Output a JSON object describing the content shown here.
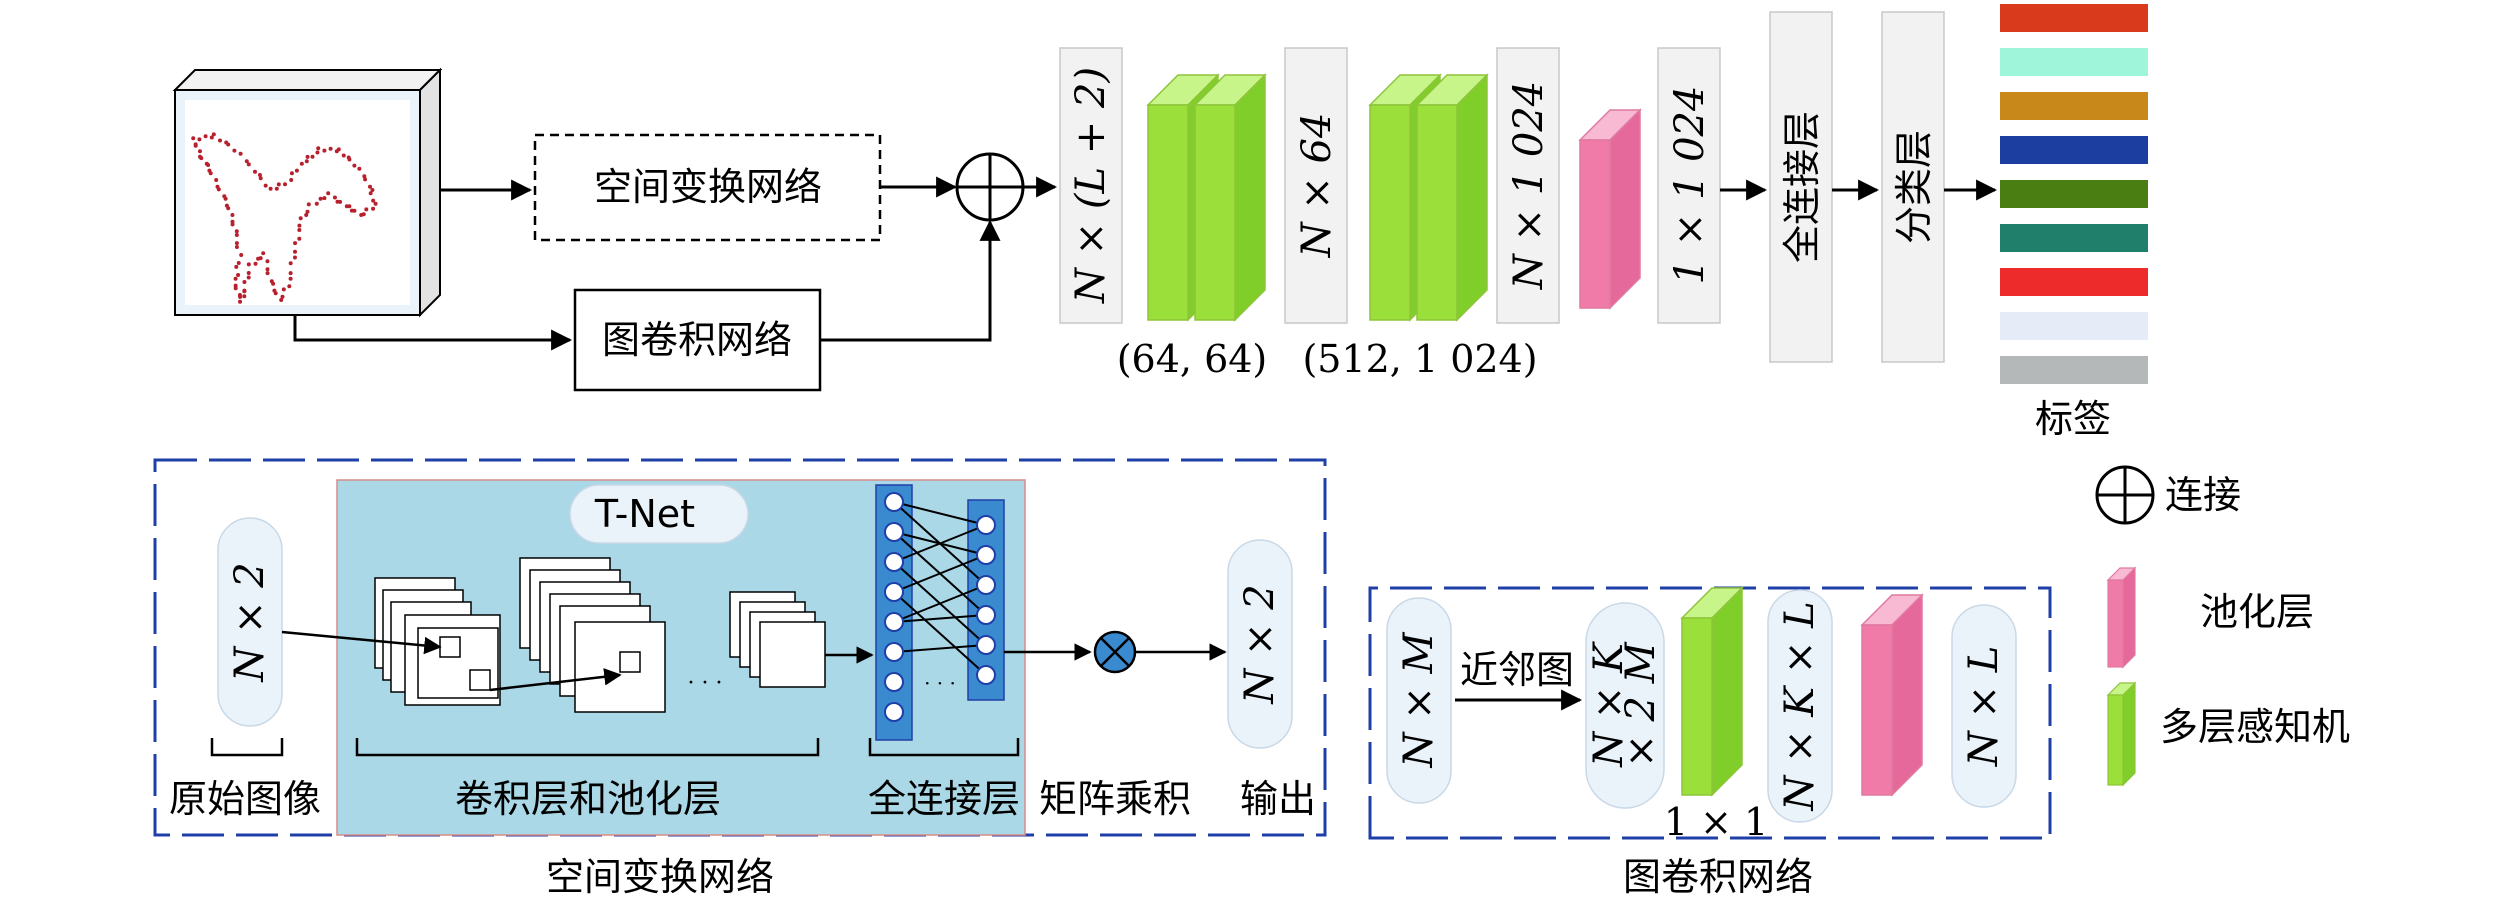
{
  "pipeline": {
    "stn_label": "空间变换网络",
    "gcn_label": "图卷积网络",
    "dim_n_l2": "N × (L + 2)",
    "dim_n64": "N × 64",
    "dim_n1024": "N × 1 024",
    "dim_1_1024": "1 × 1 024",
    "fc_label": "全连接层",
    "cls_label": "分类层",
    "mlp1_params": "(64, 64)",
    "mlp2_params": "(512, 1 024)",
    "labels_caption": "标签",
    "label_colors": [
      "#d83a1b",
      "#9ef5d9",
      "#c9891a",
      "#1c3ea0",
      "#4a7d12",
      "#1f7f6a",
      "#ee2b2b",
      "#e6ecf7",
      "#b5b8b8"
    ]
  },
  "stn_detail": {
    "caption": "空间变换网络",
    "tnet_label": "T-Net",
    "input_dim": "N × 2",
    "output_dim": "N × 2",
    "input_caption": "原始图像",
    "conv_caption": "卷积层和池化层",
    "fc_caption": "全连接层",
    "matmul_caption": "矩阵乘积",
    "output_caption": "输出",
    "ellipsis1": "· · ·",
    "ellipsis2": "· · ·"
  },
  "gcn_detail": {
    "caption": "图卷积网络",
    "input_dim": "N × M",
    "knn_label": "近邻图",
    "nk2m_line1": "N × K",
    "nk2m_line2": "× 2 M",
    "nkl": "N × K × L",
    "nl": "N × L",
    "conv_size": "1 × 1"
  },
  "legend": {
    "concat_label": "连接",
    "pool_label": "池化层",
    "mlp_label": "多层感知机",
    "pool_color": "#f07aa8",
    "mlp_color": "#9be03a"
  }
}
